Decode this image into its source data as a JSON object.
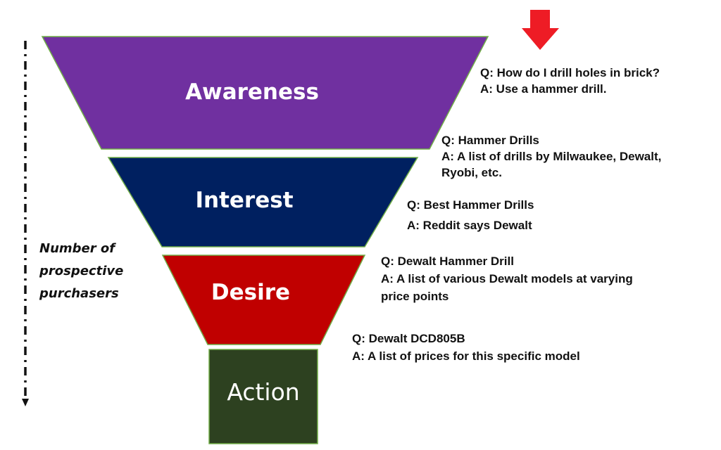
{
  "stages": [
    {
      "name": "Awareness",
      "color": "#7030a0"
    },
    {
      "name": "Interest",
      "color": "#002060"
    },
    {
      "name": "Desire",
      "color": "#c00000"
    },
    {
      "name": "Action",
      "color": "#2d4120"
    }
  ],
  "outline_color": "#70ad47",
  "arrow_color": "#ee1c25",
  "axis_label": [
    "Number of",
    "prospective",
    "purchasers"
  ],
  "qa": [
    {
      "lines": [
        "Q: How do I drill holes in brick?",
        "A: Use a hammer drill."
      ]
    },
    {
      "lines": [
        "Q: Hammer Drills",
        "A: A list of drills by Milwaukee, Dewalt,",
        "Ryobi, etc."
      ]
    },
    {
      "lines": [
        "Q: Best Hammer Drills",
        "A: Reddit says Dewalt"
      ]
    },
    {
      "lines": [
        "Q: Dewalt Hammer Drill",
        "A: A list of various Dewalt models at varying",
        "price points"
      ]
    },
    {
      "lines": [
        "Q: Dewalt DCD805B",
        "A: A list of prices for this specific model"
      ]
    }
  ]
}
